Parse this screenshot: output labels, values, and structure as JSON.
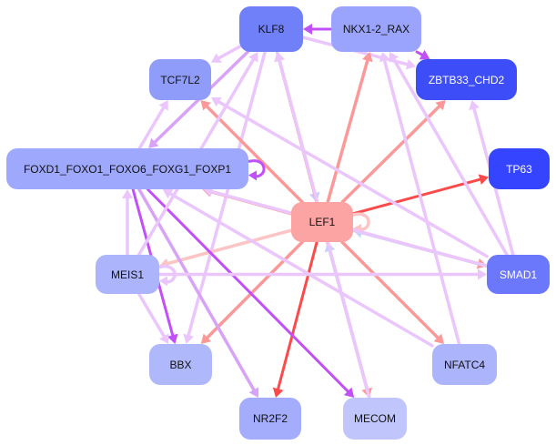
{
  "nodes": [
    {
      "id": "KLF8",
      "label": "KLF8",
      "color": "#7080f8"
    },
    {
      "id": "NKX",
      "label": "NKX1-2_RAX",
      "color": "#9aa4fc"
    },
    {
      "id": "TCF7L2",
      "label": "TCF7L2",
      "color": "#8f9cfa"
    },
    {
      "id": "ZBTB33",
      "label": "ZBTB33_CHD2",
      "color": "#3d4ef8"
    },
    {
      "id": "FOXD1",
      "label": "FOXD1_FOXO1_FOXO6_FOXG1_FOXP1",
      "color": "#9ea8fc"
    },
    {
      "id": "TP63",
      "label": "TP63",
      "color": "#3545ff"
    },
    {
      "id": "LEF1",
      "label": "LEF1",
      "color": "#fca4a4"
    },
    {
      "id": "MEIS1",
      "label": "MEIS1",
      "color": "#acb4fc"
    },
    {
      "id": "SMAD1",
      "label": "SMAD1",
      "color": "#6c78fc"
    },
    {
      "id": "BBX",
      "label": "BBX",
      "color": "#b0b8fc"
    },
    {
      "id": "NFATC4",
      "label": "NFATC4",
      "color": "#acb4fc"
    },
    {
      "id": "NR2F2",
      "label": "NR2F2",
      "color": "#a4acfc"
    },
    {
      "id": "MECOM",
      "label": "MECOM",
      "color": "#c0c6fc"
    }
  ],
  "edge_colors": {
    "lavender": "#eac6fc",
    "violet": "#d8a2f8",
    "purple": "#c250f8",
    "salmon": "#fc9898",
    "red": "#fc4a4a",
    "lightblue": "#c8d0fc",
    "pink": "#fcc4c4"
  },
  "edges": [
    {
      "from": "KLF8",
      "to": "TCF7L2",
      "color": "lavender"
    },
    {
      "from": "KLF8",
      "to": "FOXD1",
      "color": "violet"
    },
    {
      "from": "KLF8",
      "to": "ZBTB33",
      "color": "lavender"
    },
    {
      "from": "NKX",
      "to": "KLF8",
      "color": "purple"
    },
    {
      "from": "NKX",
      "to": "ZBTB33",
      "color": "purple"
    },
    {
      "from": "KLF8",
      "to": "LEF1",
      "color": "lightblue"
    },
    {
      "from": "KLF8",
      "to": "BBX",
      "color": "lavender"
    },
    {
      "from": "LEF1",
      "to": "KLF8",
      "color": "salmon"
    },
    {
      "from": "LEF1",
      "to": "NKX",
      "color": "salmon"
    },
    {
      "from": "LEF1",
      "to": "ZBTB33",
      "color": "salmon"
    },
    {
      "from": "LEF1",
      "to": "TP63",
      "color": "red"
    },
    {
      "from": "LEF1",
      "to": "FOXD1",
      "color": "salmon"
    },
    {
      "from": "LEF1",
      "to": "TCF7L2",
      "color": "salmon"
    },
    {
      "from": "LEF1",
      "to": "SMAD1",
      "color": "salmon"
    },
    {
      "from": "SMAD1",
      "to": "LEF1",
      "color": "lightblue"
    },
    {
      "from": "LEF1",
      "to": "BBX",
      "color": "salmon"
    },
    {
      "from": "LEF1",
      "to": "NR2F2",
      "color": "red"
    },
    {
      "from": "LEF1",
      "to": "MECOM",
      "color": "salmon"
    },
    {
      "from": "MECOM",
      "to": "LEF1",
      "color": "lightblue"
    },
    {
      "from": "LEF1",
      "to": "NFATC4",
      "color": "salmon"
    },
    {
      "from": "LEF1",
      "to": "MEIS1",
      "color": "pink"
    },
    {
      "from": "LEF1",
      "to": "LEF1",
      "color": "pink"
    },
    {
      "from": "FOXD1",
      "to": "TCF7L2",
      "color": "lavender"
    },
    {
      "from": "FOXD1",
      "to": "FOXD1",
      "color": "purple"
    },
    {
      "from": "FOXD1",
      "to": "BBX",
      "color": "purple"
    },
    {
      "from": "FOXD1",
      "to": "NR2F2",
      "color": "violet"
    },
    {
      "from": "FOXD1",
      "to": "MECOM",
      "color": "purple"
    },
    {
      "from": "MEIS1",
      "to": "FOXD1",
      "color": "lavender"
    },
    {
      "from": "MEIS1",
      "to": "BBX",
      "color": "lavender"
    },
    {
      "from": "MEIS1",
      "to": "SMAD1",
      "color": "lavender"
    },
    {
      "from": "MEIS1",
      "to": "MEIS1",
      "color": "lavender"
    },
    {
      "from": "MEIS1",
      "to": "KLF8",
      "color": "lavender"
    },
    {
      "from": "SMAD1",
      "to": "FOXD1",
      "color": "lavender"
    },
    {
      "from": "SMAD1",
      "to": "ZBTB33",
      "color": "lavender"
    },
    {
      "from": "SMAD1",
      "to": "NKX",
      "color": "lavender"
    },
    {
      "from": "SMAD1",
      "to": "TCF7L2",
      "color": "lavender"
    },
    {
      "from": "NFATC4",
      "to": "FOXD1",
      "color": "lavender"
    },
    {
      "from": "NFATC4",
      "to": "NKX",
      "color": "lavender"
    },
    {
      "from": "MECOM",
      "to": "KLF8",
      "color": "lavender"
    }
  ]
}
